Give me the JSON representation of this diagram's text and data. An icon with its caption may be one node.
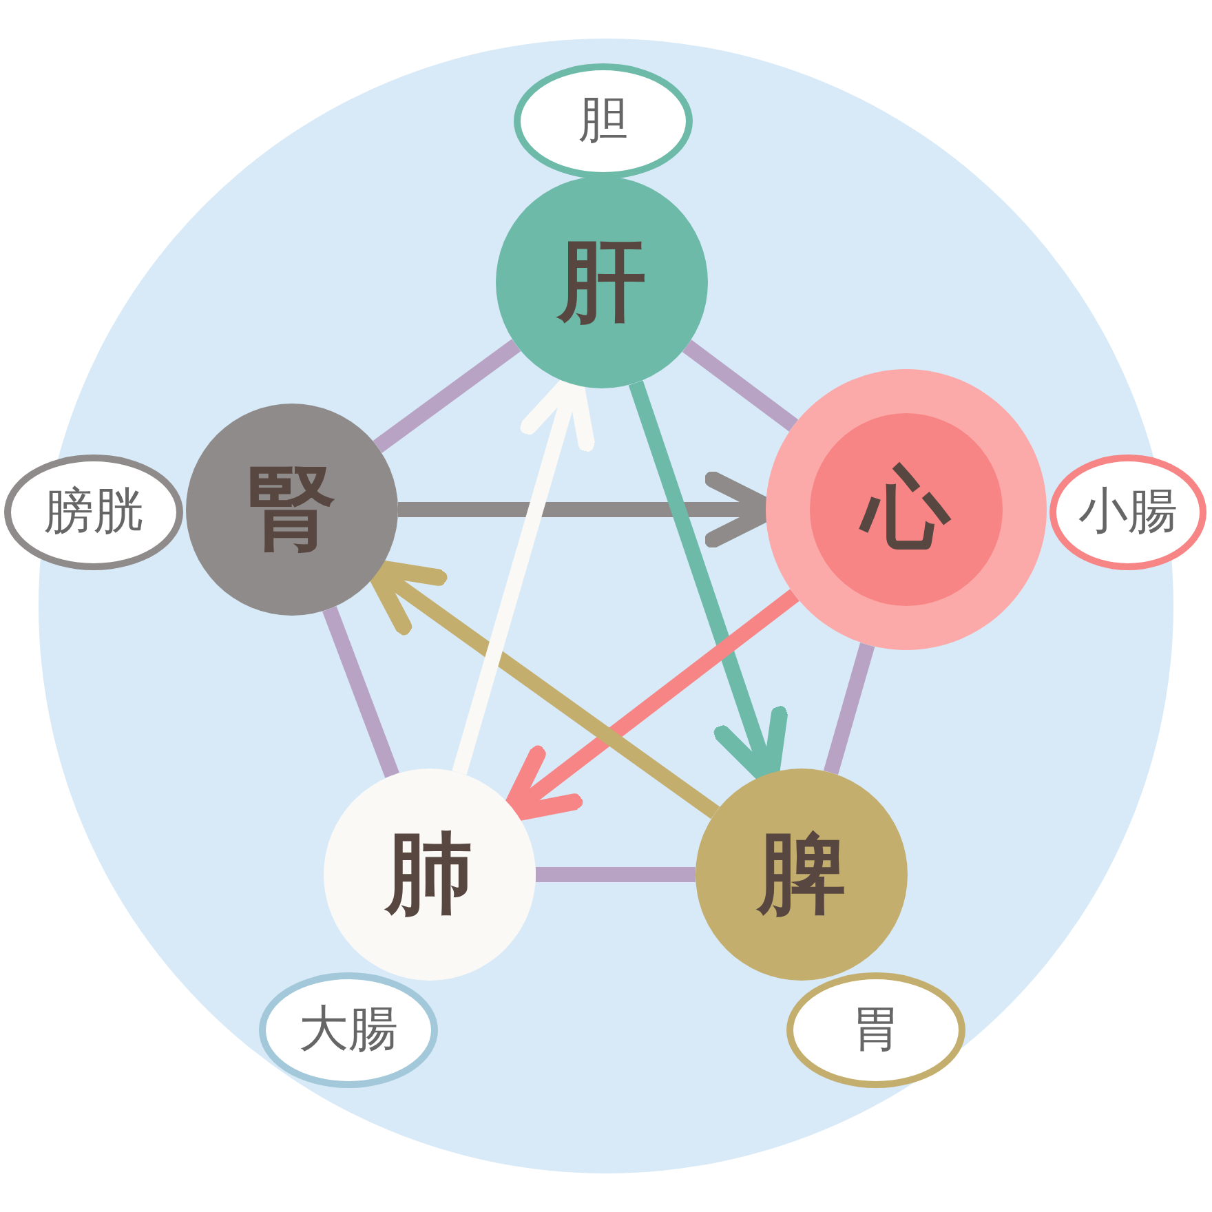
{
  "diagram": {
    "nodes": [
      {
        "text": [
          "胆"
        ]
      },
      {
        "text": [
          "肝"
        ]
      },
      {
        "text": [
          "膀胱"
        ]
      },
      {
        "text": [
          "腎"
        ]
      },
      {
        "text": [
          "心"
        ]
      },
      {
        "text": [
          "小腸"
        ]
      },
      {
        "text": [
          "肺"
        ]
      },
      {
        "text": [
          "脾"
        ]
      },
      {
        "text": [
          "大腸"
        ]
      },
      {
        "text": [
          "胃"
        ]
      }
    ],
    "edges": [
      {
        "from": 1,
        "to": 4,
        "arrow": "none",
        "color": "#b9a3c5"
      },
      {
        "from": 4,
        "to": 7,
        "arrow": "none",
        "color": "#b9a3c5"
      },
      {
        "from": 7,
        "to": 6,
        "arrow": "none",
        "color": "#b9a3c5"
      },
      {
        "from": 6,
        "to": 3,
        "arrow": "none",
        "color": "#b9a3c5"
      },
      {
        "from": 3,
        "to": 1,
        "arrow": "none",
        "color": "#b9a3c5"
      },
      {
        "from": 3,
        "to": 4,
        "arrow": "to",
        "color": "#8e8b8a"
      },
      {
        "from": 1,
        "to": 7,
        "arrow": "to",
        "color": "#6dbaa9"
      },
      {
        "from": 4,
        "to": 6,
        "arrow": "to",
        "color": "#f78585"
      },
      {
        "from": 7,
        "to": 3,
        "arrow": "to",
        "color": "#c4ae6e"
      },
      {
        "from": 6,
        "to": 1,
        "arrow": "to",
        "color": "#fbf9f6"
      }
    ]
  }
}
